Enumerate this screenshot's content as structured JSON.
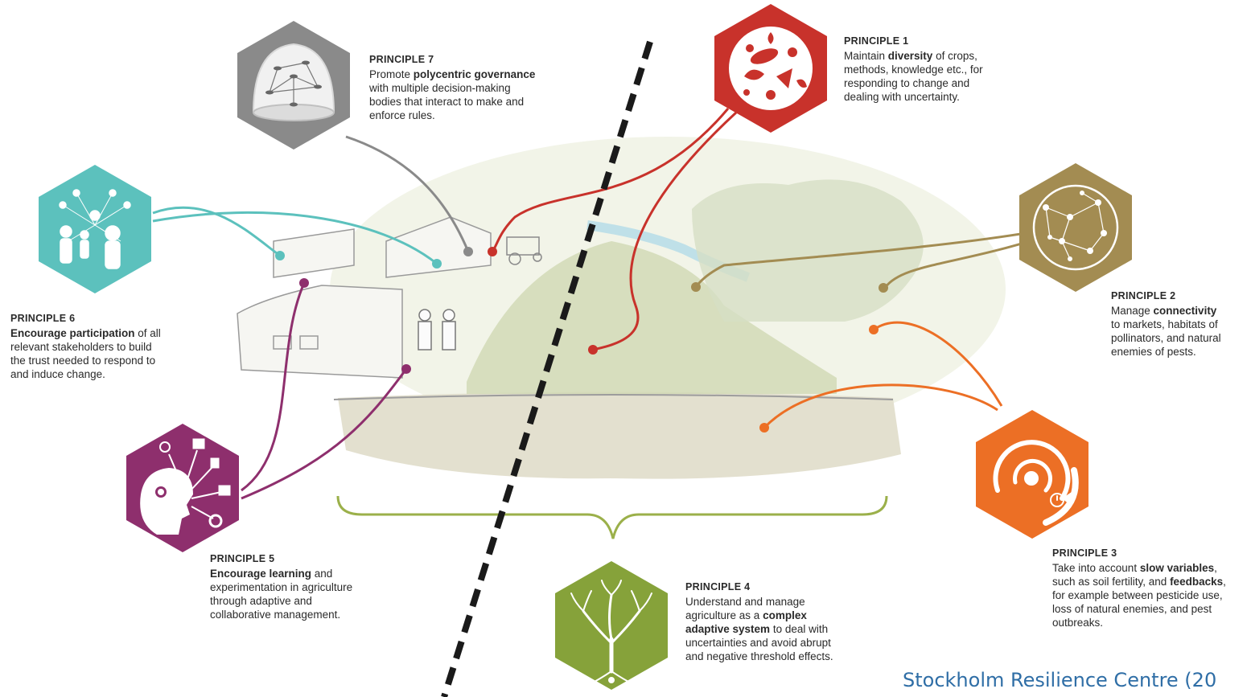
{
  "colors": {
    "p1": "#c8322b",
    "p2": "#a38c52",
    "p3": "#ec6f25",
    "p4": "#86a23a",
    "p5": "#8e2f6d",
    "p6": "#5cc1bd",
    "p7": "#8a8a8a",
    "divider": "#1a1a1a"
  },
  "icons": {
    "p1": "biodiversity-globe-icon",
    "p2": "network-globe-icon",
    "p3": "feedback-cycle-icon",
    "p4": "tree-icon",
    "p5": "learning-head-icon",
    "p6": "stakeholders-network-icon",
    "p7": "governance-dome-icon"
  },
  "principles": {
    "p1": {
      "heading": "PRINCIPLE 1",
      "l1": "Maintain ",
      "b1": "diversity",
      "l2": " of crops,",
      "l3": "methods, knowledge etc., for",
      "l4": "responding to change and",
      "l5": "dealing with uncertainty."
    },
    "p2": {
      "heading": "PRINCIPLE 2",
      "l1": "Manage ",
      "b1": "connectivity",
      "l2": "to markets, habitats of",
      "l3": "pollinators, and natural",
      "l4": "enemies of pests."
    },
    "p3": {
      "heading": "PRINCIPLE 3",
      "l1": "Take into account ",
      "b1": "slow variables",
      "l2": ",",
      "l3": "such as soil fertility, and ",
      "b2": "feedbacks",
      "l4": ",",
      "l5": "for example between pesticide use,",
      "l6": "loss of natural enemies, and pest",
      "l7": "outbreaks."
    },
    "p4": {
      "heading": "PRINCIPLE 4",
      "l1": "Understand and manage",
      "l2": "agriculture as a ",
      "b1": "complex",
      "b2": "adaptive system",
      "l3": " to deal with",
      "l4": "uncertainties and avoid abrupt",
      "l5": "and negative threshold effects."
    },
    "p5": {
      "heading": "PRINCIPLE 5",
      "b1": "Encourage learning",
      "l1": " and",
      "l2": "experimentation in agriculture",
      "l3": "through adaptive and",
      "l4": "collaborative management."
    },
    "p6": {
      "heading": "PRINCIPLE 6",
      "b1": "Encourage participation",
      "l1": " of all",
      "l2": "relevant stakeholders to build",
      "l3": "the trust needed to respond to",
      "l4": "and induce change."
    },
    "p7": {
      "heading": "PRINCIPLE 7",
      "l1": "Promote ",
      "b1": "polycentric governance",
      "l2": "with multiple decision-making",
      "l3": "bodies that interact to make and",
      "l4": "enforce rules."
    }
  },
  "credit": "Stockholm Resilience Centre (20"
}
